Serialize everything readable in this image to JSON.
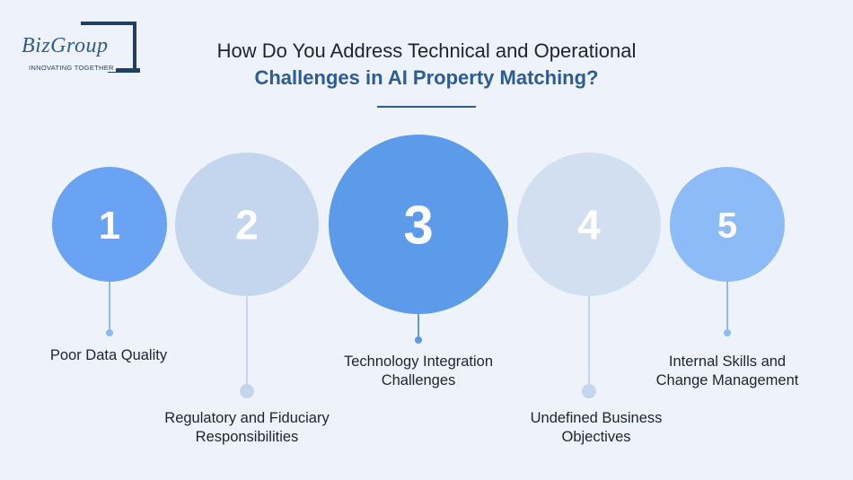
{
  "logo": {
    "name": "BizGroup",
    "tagline": "INNOVATING TOGETHER"
  },
  "header": {
    "title_line1": "How Do You Address Technical and Operational",
    "title_line2": "Challenges in AI Property Matching?"
  },
  "colors": {
    "accent": "#2d5b96",
    "dark": "#213f63"
  },
  "steps": [
    {
      "number": "1",
      "label_line1": "Poor Data Quality",
      "label_line2": "",
      "color": "#6aa3f3",
      "connector": "#8cbaf5"
    },
    {
      "number": "2",
      "label_line1": "Regulatory and Fiduciary",
      "label_line2": "Responsibilities",
      "color": "#c3d6ee",
      "connector": "#c3d6ee"
    },
    {
      "number": "3",
      "label_line1": "Technology Integration",
      "label_line2": "Challenges",
      "color": "#5c9aea",
      "connector": "#5c9aea"
    },
    {
      "number": "4",
      "label_line1": "Undefined Business",
      "label_line2": "Objectives",
      "color": "#d1dff1",
      "connector": "#c3d6ee"
    },
    {
      "number": "5",
      "label_line1": "Internal Skills and",
      "label_line2": "Change Management",
      "color": "#8dbbf8",
      "connector": "#8dbbf8"
    }
  ]
}
